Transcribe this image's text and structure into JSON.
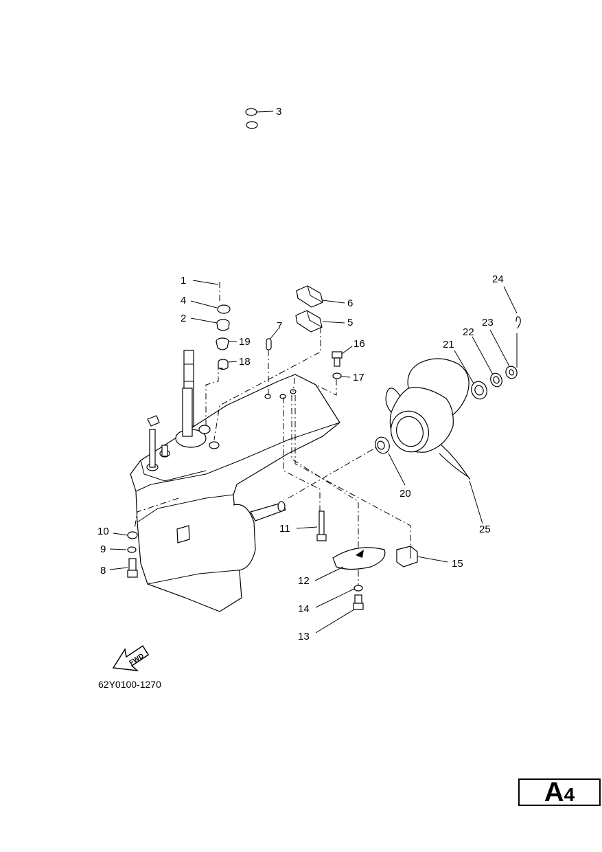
{
  "callouts": [
    "1",
    "2",
    "3",
    "4",
    "5",
    "6",
    "7",
    "8",
    "9",
    "10",
    "11",
    "12",
    "13",
    "14",
    "15",
    "16",
    "17",
    "18",
    "19",
    "20",
    "21",
    "22",
    "23",
    "24",
    "25"
  ],
  "fwd_label": "FWD",
  "drawing_code": "62Y0100-1270",
  "page_badge": {
    "letter": "A",
    "number": "4"
  }
}
